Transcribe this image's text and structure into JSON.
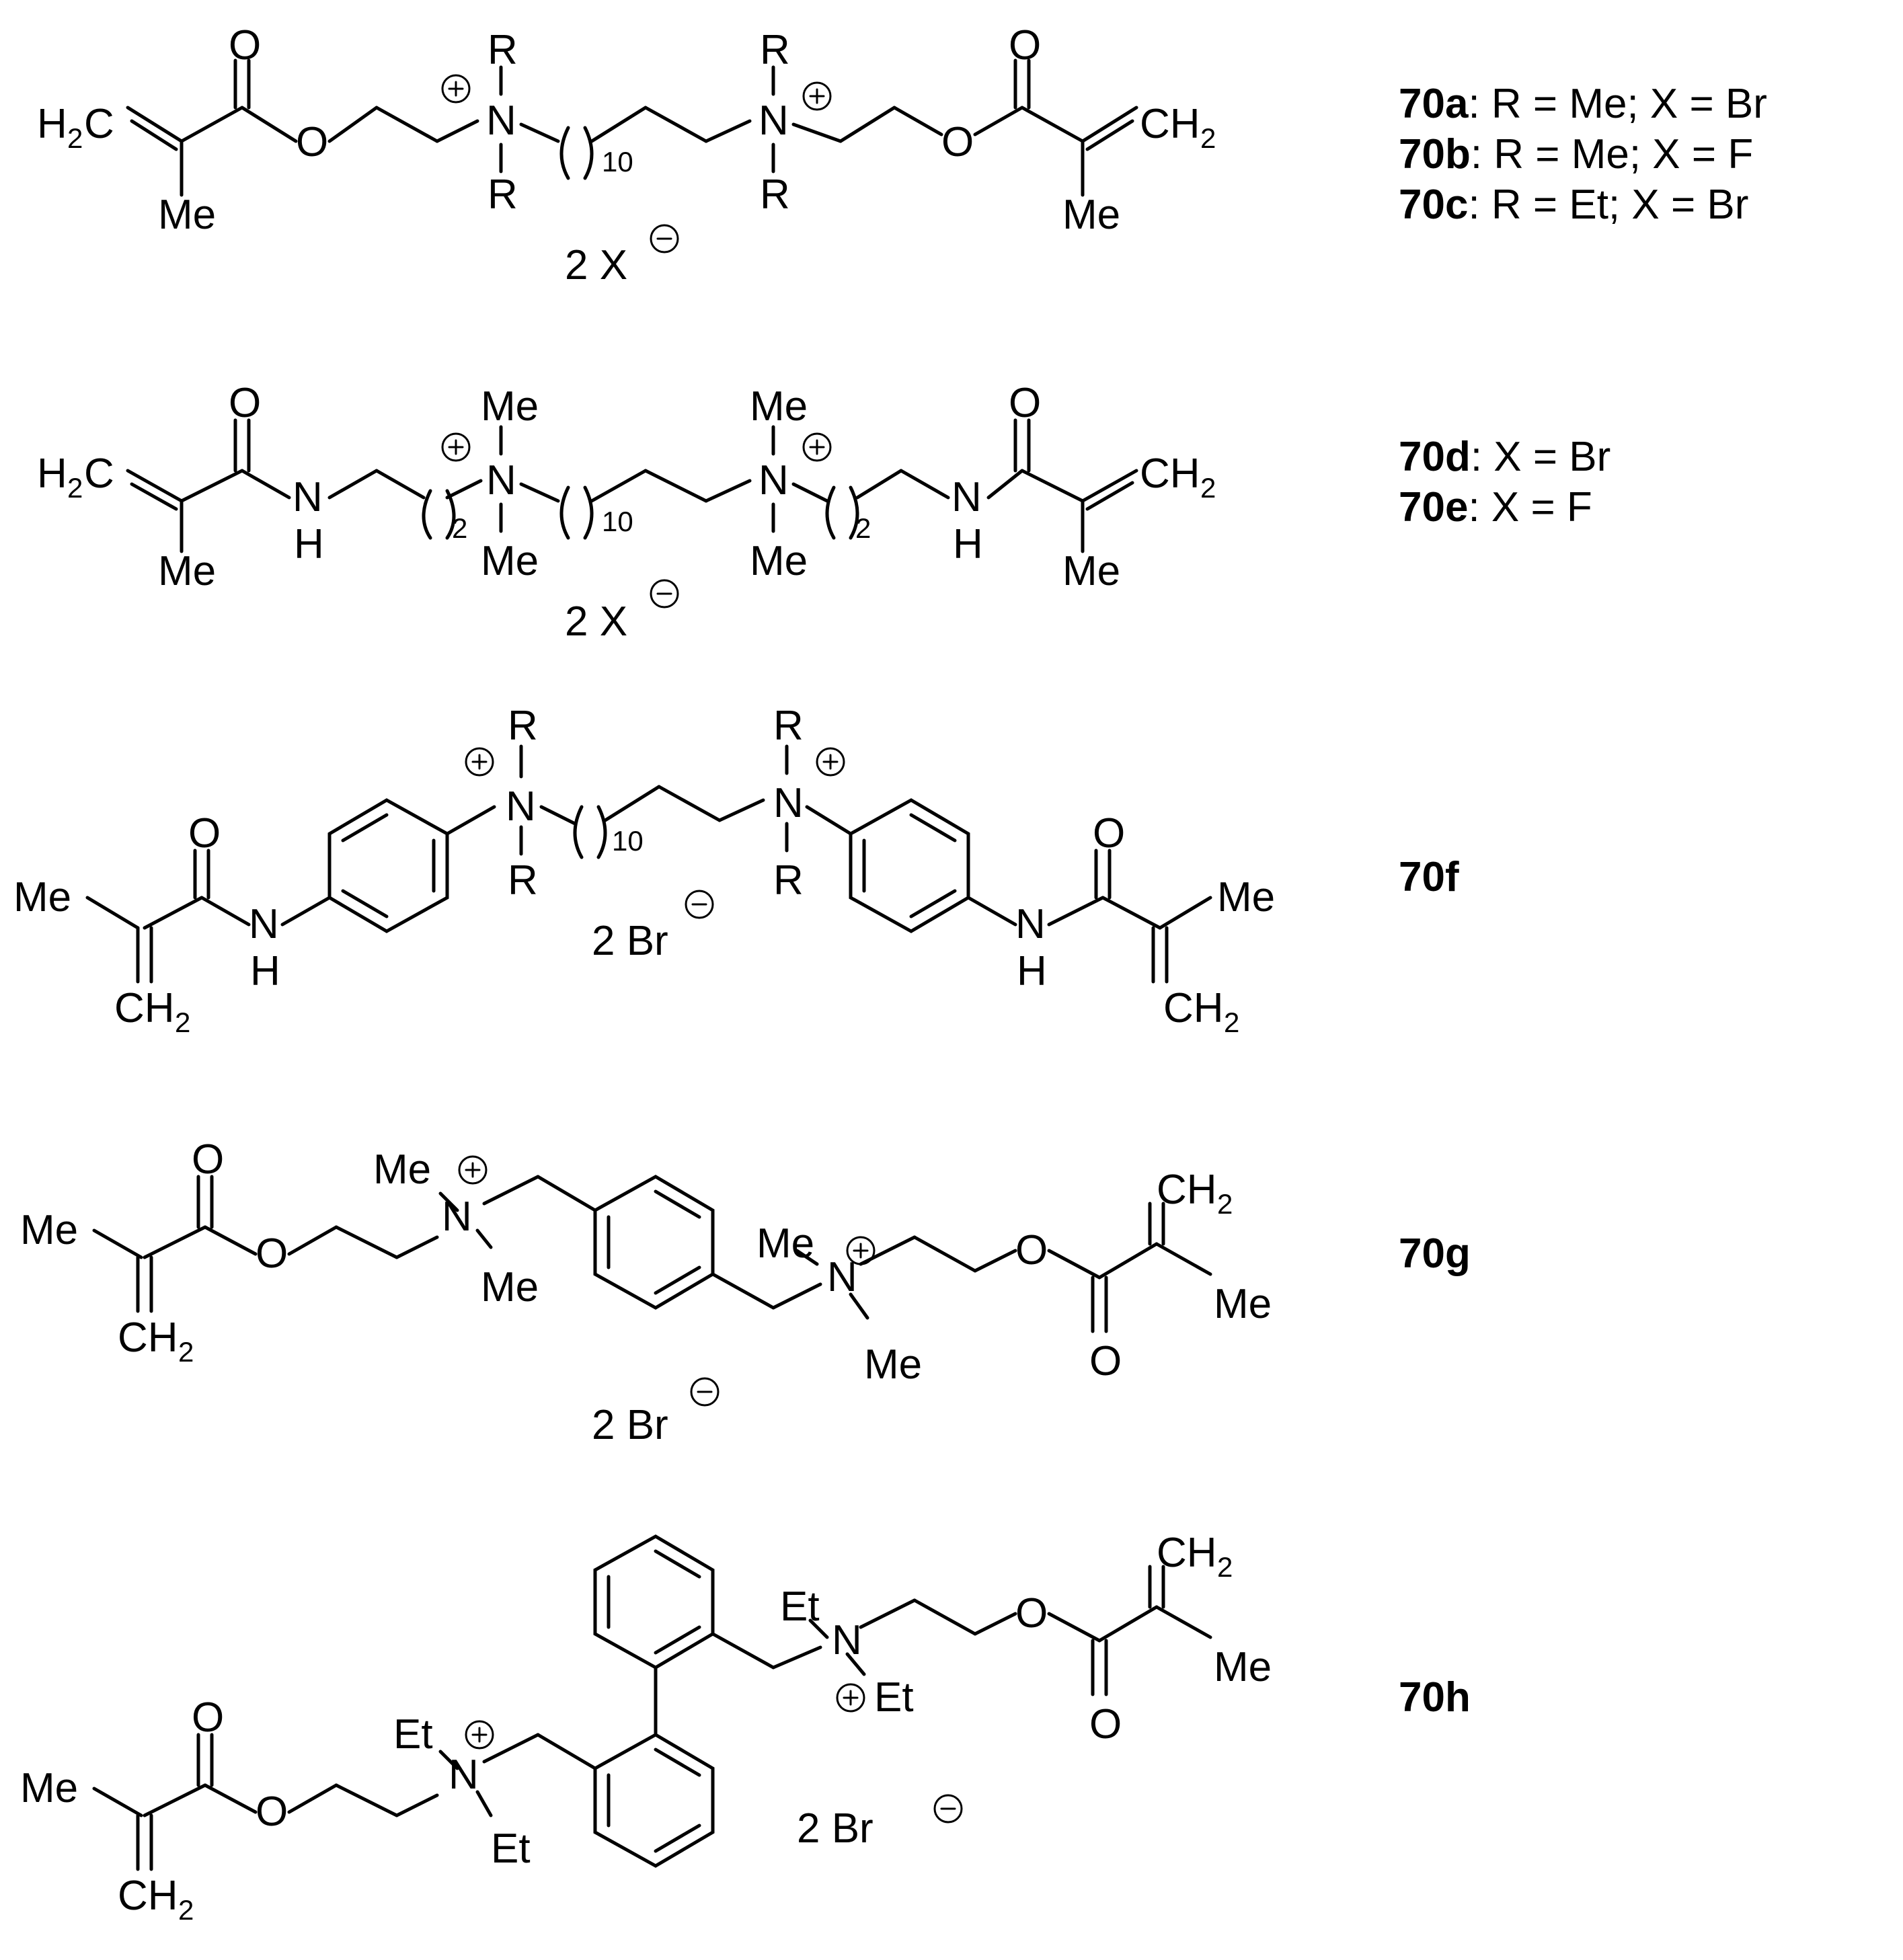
{
  "compounds": [
    {
      "id": "70a-c",
      "labels": [
        {
          "code": "70a",
          "text": ": R = Me; X = Br"
        },
        {
          "code": "70b",
          "text": ": R = Me; X = F"
        },
        {
          "code": "70c",
          "text": ": R = Et; X = Br"
        }
      ],
      "counterion": "2 X",
      "subscript": "10"
    },
    {
      "id": "70d-e",
      "labels": [
        {
          "code": "70d",
          "text": ": X = Br"
        },
        {
          "code": "70e",
          "text": ": X = F"
        }
      ],
      "counterion": "2 X",
      "subscript": "10",
      "subscript2": "2"
    },
    {
      "id": "70f",
      "labels": [
        {
          "code": "70f",
          "text": ""
        }
      ],
      "counterion": "2 Br",
      "subscript": "10"
    },
    {
      "id": "70g",
      "labels": [
        {
          "code": "70g",
          "text": ""
        }
      ],
      "counterion": "2 Br"
    },
    {
      "id": "70h",
      "labels": [
        {
          "code": "70h",
          "text": ""
        }
      ],
      "counterion": "2 Br"
    }
  ],
  "atoms": {
    "o": "O",
    "n": "N",
    "nh_h": "H",
    "r": "R",
    "me": "Me",
    "et": "Et",
    "h2c": "H",
    "ch2_c": "CH",
    "two": "2"
  }
}
